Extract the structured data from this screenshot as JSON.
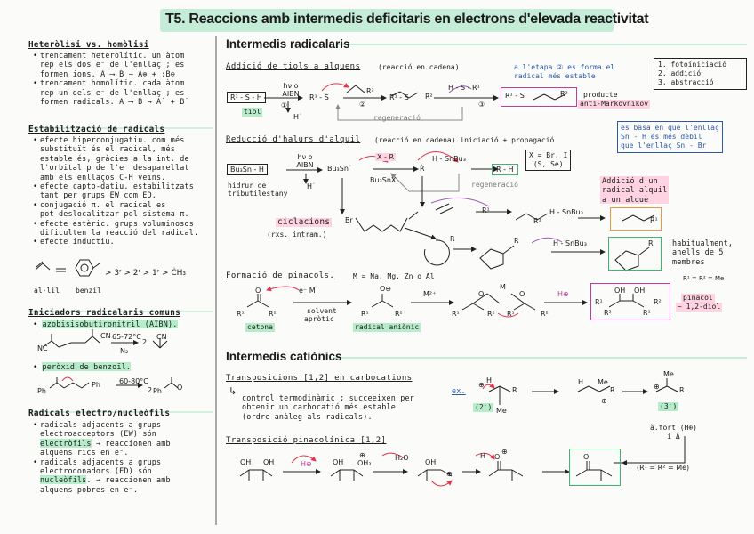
{
  "title": "T5. Reaccions amb intermedis deficitaris en electrons d'elevada reactivitat",
  "left": {
    "homolisi": {
      "heading": "Heteròlisi vs. homòlisi",
      "b1": [
        "trencament heterolític. un àtom",
        "rep els dos e⁻ de l'enllaç ; es",
        "formen ions.  A ⟶ B  → A⊕ + :B⊖"
      ],
      "b2": [
        "trencament homolític. cada àtom",
        "rep un dels e⁻ de l'enllaç ; es",
        "formen radicals.  A ⟶ B  → A˙ + B˙"
      ]
    },
    "estab": {
      "heading": "Estabilització de radicals",
      "items": [
        [
          "efecte hiperconjugatiu. com més",
          "substituït és el radical, més",
          "estable és, gràcies a la int. de",
          "l'orbital p de l'e⁻ desaparellat",
          "amb els enllaços C-H veïns."
        ],
        [
          "efecte capto-datiu. estabilitzats",
          "tant per grups EW com ED."
        ],
        [
          "conjugació π. el radical es",
          "pot deslocalitzar pel sistema π."
        ],
        [
          "efecte estèric. grups voluminosos",
          "dificulten la reacció del radical."
        ],
        [
          "efecte inductiu."
        ]
      ],
      "order": "> 3ʳ > 2ʳ > 1ʳ > ĊH₃",
      "al_lil": "al·lil",
      "benzil": "benzil"
    },
    "iniciadors": {
      "heading": "Iniciadors radicalaris comuns",
      "aibn": "azobisisobutironitril (AIBN).",
      "aibn_cond": "65-72°C",
      "n2": "N₂",
      "cn": "CN",
      "nc": "NC",
      "perox": "peròxid de benzoïl.",
      "perox_cond": "60-80°C",
      "ph": "Ph",
      "o": "O",
      "two": "2"
    },
    "electro": {
      "heading": "Radicals electro/nucleòfils",
      "b1": [
        "radicals adjacents a grups",
        "electroacceptors (EW) són",
        "electròfils → reaccionen amb",
        "alquens rics en e⁻."
      ],
      "b2": [
        "radicals adjacents a grups",
        "electrodonadors (ED) són",
        "nucleòfils. → reaccionen amb",
        "alquens pobres en e⁻."
      ]
    }
  },
  "radicalaris": {
    "heading": "Intermedis radicalaris",
    "tiols": {
      "heading": "Addició de tiols a alquens",
      "note": "(reacció en cadena)",
      "start": "R¹ - S - H",
      "tiol": "tiol",
      "hv": "hν o AIBN",
      "step1": "①",
      "step2": "②",
      "step3": "③",
      "h_dot": "H˙",
      "r1s": "R¹ - Ṡ",
      "r1s2": "R¹ - S",
      "r2": "R²",
      "hsr": "H - S - R¹",
      "regen": "regeneració",
      "product": "R¹ - S",
      "product_r2": "R²",
      "blue1": "a l'etapa ② es forma el",
      "blue2": "radical més estable",
      "producte": "producte",
      "anti": "anti-Markovnikov",
      "list": [
        "1. fotoiniciació",
        "2. addició",
        "3. abstracció"
      ]
    },
    "halurs": {
      "heading": "Reducció d'halurs d'alquil",
      "note": "(reacció en cadena) iniciació + propagació",
      "bu3snh": "Bu₃Sn - H",
      "hidrur": "hidrur de",
      "tributil": "tributilestany",
      "hv": "hν o AIBN",
      "h_dot": "H˙",
      "bu3sn": "Bu₃Sn˙",
      "xr": "X - R",
      "bu3snx": "Bu₃SnX",
      "r_dot": "Ṙ",
      "hsnbu3": "H - SnBu₃",
      "rh": "R - H",
      "xbox": [
        "X = Br, I",
        "(S, Se)"
      ],
      "regen": "regeneració",
      "blue": [
        "es basa en què l'enllaç",
        "Sn - H és més dèbil",
        "que l'enllaç Sn - Br"
      ],
      "r1": "R¹",
      "addicio": [
        "Addició d'un",
        "radical alquil",
        "a un alquè"
      ],
      "hsnbu3b": "H - SnBu₃",
      "ciclacions": "ciclacions",
      "rxs": "(rxs. intram.)",
      "br": "Br",
      "habit": [
        "habitualment,",
        "anells de 5",
        "membres"
      ],
      "hsnbu3c": "H - SnBu₃"
    },
    "pinacols": {
      "heading": "Formació de pinacols.",
      "metals": "M = Na, Mg, Zn o Al",
      "e_m": "e⁻   M",
      "solvent": "solvent",
      "aprotic": "apròtic",
      "m2": "M²⁺",
      "h": "H⊕",
      "m": "M",
      "cetona": "cetona",
      "rad_anionic": "radical aniònic",
      "r1": "R¹",
      "r2": "R²",
      "oh": "OH",
      "pinacol_note": "R¹ = R² = Me",
      "pinacol": "pinacol",
      "diol": "~ 1,2-diol"
    }
  },
  "cationics": {
    "heading": "Intermedis catiònics",
    "transp": {
      "heading": "Transposicions [1,2] en carbocations",
      "text": [
        "control termodinàmic ; succeeixen per",
        "obtenir un carbocatió més estable",
        "(ordre anàleg als radicals)."
      ],
      "ex": "ex.",
      "h": "H",
      "me": "Me",
      "r": "R",
      "second": "(2ʳ)",
      "third": "(3ʳ)"
    },
    "pinac": {
      "heading": "Transposició pinacolínica [1,2]",
      "oh": "OH",
      "oh2": "OH₂",
      "h2o": "H₂O",
      "h": "H⊕",
      "h2": "H",
      "o": "O",
      "cond": [
        "à.fort (H⊕)",
        "i Δ"
      ],
      "note": "(R¹ = R² = Me)"
    }
  },
  "colors": {
    "green": "#b6ecc9",
    "blue_text": "#2d5aa6",
    "pink": "#ffd3e1",
    "purple_box": "#c03d9a",
    "orange_box": "#e79a45",
    "arrow_red": "#e0354a"
  }
}
